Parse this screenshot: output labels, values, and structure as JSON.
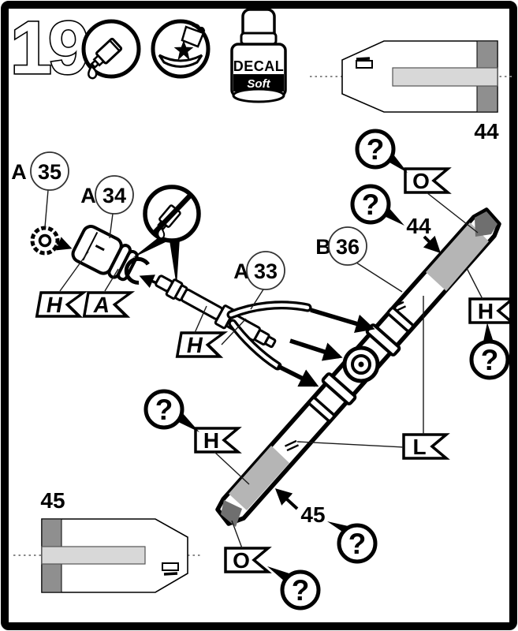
{
  "step_number": "19",
  "decal_bottle": {
    "line1": "DECAL",
    "line2": "Soft"
  },
  "insets": {
    "top_right_label": "44",
    "bottom_left_label": "45"
  },
  "part_callouts": {
    "a35": {
      "letter": "A",
      "number": "35"
    },
    "a34": {
      "letter": "A",
      "number": "34"
    },
    "a33": {
      "letter": "A",
      "number": "33"
    },
    "b36": {
      "letter": "B",
      "number": "36"
    }
  },
  "decal_numbers": {
    "upper_blade": "44",
    "lower_blade": "45"
  },
  "paint_flags": {
    "spinner_h": "H",
    "spinner_a": "A",
    "shaft_h": "H",
    "top_o": "O",
    "right_h": "H",
    "blades_l": "L",
    "lower_h": "H",
    "bottom_o": "O"
  },
  "question_mark": "?",
  "colors": {
    "decal_tip_dark": "#6f6f6f",
    "decal_stripe_light": "#b5b5b5",
    "inset_band_dark": "#8f8f8f",
    "inset_stripe_light": "#d8d8d8",
    "dotted_line": "#888888"
  }
}
